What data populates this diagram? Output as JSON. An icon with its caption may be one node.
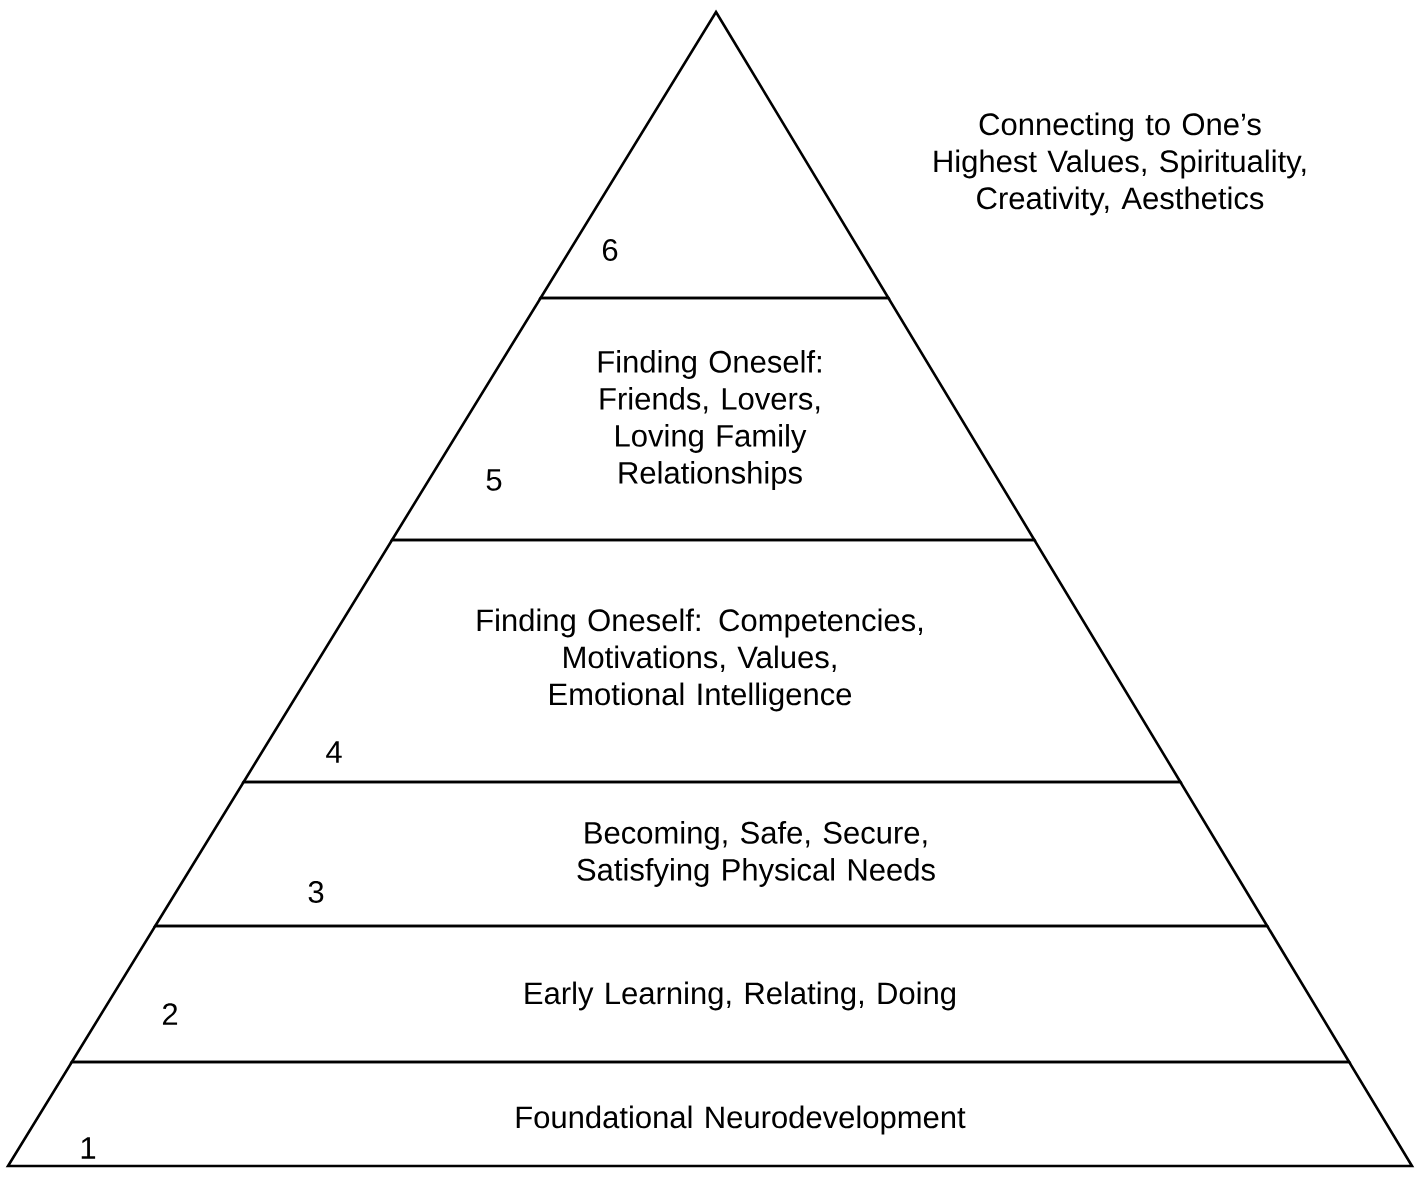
{
  "diagram": {
    "nodes": [
      {
        "text": [
          "Connecting to One’s Highest Values, Spirituality, Creativity, Aesthetics",
          "6"
        ]
      },
      {
        "text": [
          "5",
          "Finding Oneself: Friends, Lovers, Loving Family Relationships"
        ]
      },
      {
        "text": [
          "Finding Oneself: Competencies, Motivations, Values, Emotional Intelligence",
          "4"
        ]
      },
      {
        "text": [
          "Becoming, Safe, Secure, Satisfying Physical Needs",
          "3"
        ]
      },
      {
        "text": [
          "Early Learning, Relating, Doing",
          "2"
        ]
      },
      {
        "text": [
          "Foundational Neurodevelopment",
          "1"
        ]
      }
    ]
  }
}
